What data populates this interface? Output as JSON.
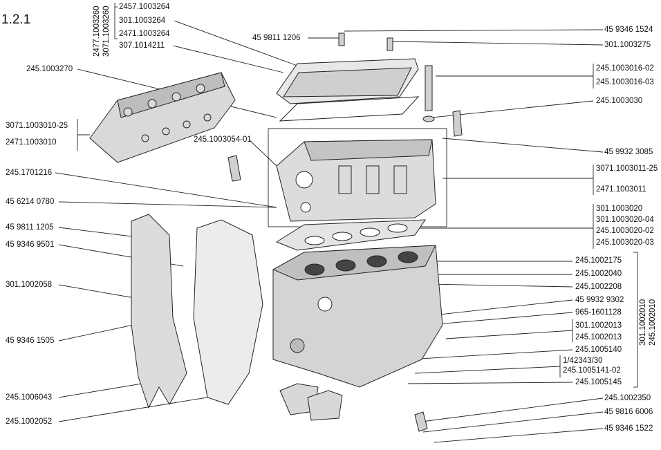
{
  "section": "1.2.1",
  "labels_left": [
    "245.1003270",
    "3071.1003010-25",
    "2471.1003010",
    "245.1003054-01",
    "245.1701216",
    "45 6214 0780",
    "45 9811 1205",
    "45 9346 9501",
    "301.1002058",
    "45 9346 1505",
    "245.1006043",
    "245.1002052"
  ],
  "labels_top": [
    "2457.1003264",
    "301.1003264",
    "2471.1003264",
    "307.1014211",
    "45 9811 1206"
  ],
  "vertical_top": [
    "2477.1003260",
    "3071.1003260"
  ],
  "labels_right": [
    "45 9346 1524",
    "301.1003275",
    "245.1003016-02",
    "245.1003016-03",
    "245.1003030",
    "45 9932 3085",
    "3071.1003011-25",
    "2471.1003011",
    "301.1003020",
    "301.1003020-04",
    "245.1003020-02",
    "245.1003020-03",
    "245.1002175",
    "245.1002040",
    "245.1002208",
    "45 9932 9302",
    "965-1601128",
    "301.1002013",
    "245.1002013",
    "245.1005140",
    "1/42343/30",
    "245.1005141-02",
    "245.1005145",
    "245.1002350",
    "45 9816 6006",
    "45 9346 1522"
  ],
  "vertical_right": [
    "301.1002010",
    "245.1002010"
  ]
}
